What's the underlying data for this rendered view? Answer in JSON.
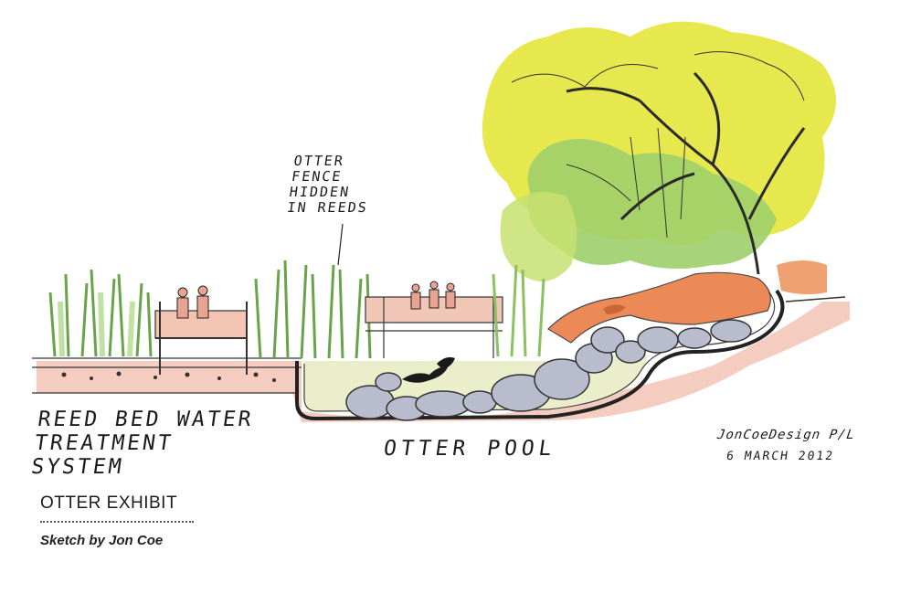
{
  "annotations": {
    "fence_note": [
      "OTTER",
      "FENCE",
      "HIDDEN",
      "IN REEDS"
    ],
    "reed_bed": [
      "REED BED WATER",
      "TREATMENT",
      "SYSTEM"
    ],
    "pool": "OTTER POOL",
    "signature": "JonCoeDesign P/L",
    "date": "6 MARCH 2012"
  },
  "caption": {
    "title": "OTTER EXHIBIT",
    "credit": "Sketch by Jon Coe"
  },
  "colors": {
    "foliage_yellow": "#e3e63a",
    "foliage_green": "#9fcf6a",
    "water": "#e9edc6",
    "soil": "#f2b9a8",
    "rock": "#b9bccb",
    "orange_rock": "#e8763a"
  }
}
